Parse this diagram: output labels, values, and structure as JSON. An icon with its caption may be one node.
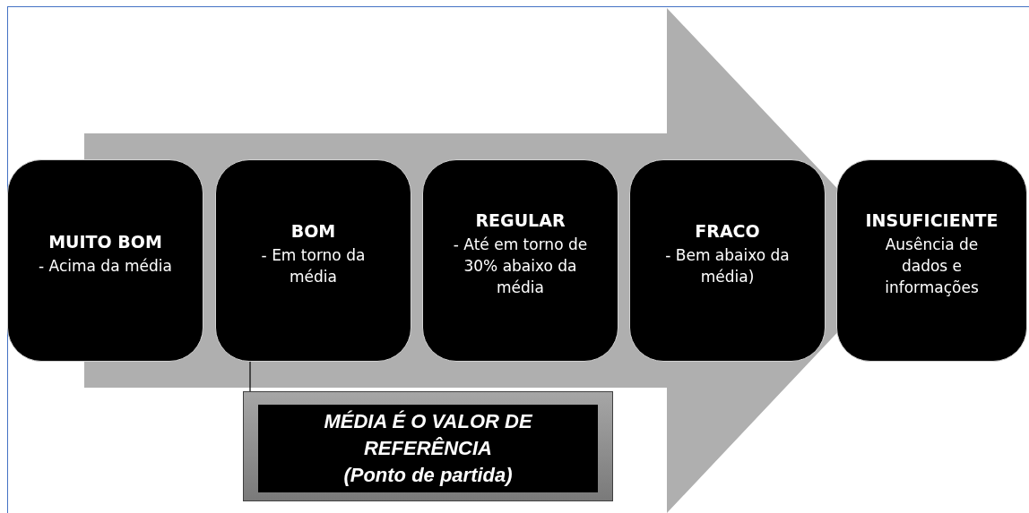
{
  "diagram": {
    "nodes": [
      {
        "text": [
          "MUITO BOM",
          "- Acima da média"
        ]
      },
      {
        "text": [
          "BOM",
          "- Em torno da média"
        ]
      },
      {
        "text": [
          "REGULAR",
          "- Até em torno de 30% abaixo da média"
        ]
      },
      {
        "text": [
          "FRACO",
          "- Bem abaixo da média)"
        ]
      },
      {
        "text": [
          "INSUFICIENTE",
          "Ausência de dados e informações"
        ]
      },
      {
        "text": [
          "MÉDIA É O VALOR DE REFERÊNCIA",
          "(Ponto de partida)"
        ]
      }
    ],
    "edges": [
      {
        "from": 5,
        "to": 1,
        "arrow": "none"
      },
      {
        "from": 0,
        "to": 4,
        "arrow": "to",
        "style": "thick",
        "color": "#afafaf"
      }
    ]
  }
}
